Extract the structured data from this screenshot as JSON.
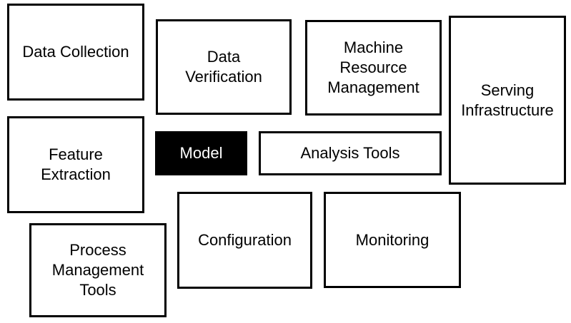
{
  "diagram": {
    "description": "Block diagram of machine learning system components: a small black Model box surrounded by larger supporting-infrastructure boxes",
    "colors": {
      "background": "#ffffff",
      "box_border": "#000000",
      "box_fill": "#ffffff",
      "model_fill": "#000000",
      "model_text": "#ffffff",
      "box_text": "#000000"
    },
    "boxes": {
      "data_collection": {
        "label": "Data Collection"
      },
      "data_verification": {
        "label": "Data\nVerification"
      },
      "machine_resource_mgmt": {
        "label": "Machine\nResource\nManagement"
      },
      "serving_infrastructure": {
        "label": "Serving\nInfrastructure"
      },
      "feature_extraction": {
        "label": "Feature\nExtraction"
      },
      "model": {
        "label": "Model"
      },
      "analysis_tools": {
        "label": "Analysis Tools"
      },
      "process_mgmt_tools": {
        "label": "Process\nManagement\nTools"
      },
      "configuration": {
        "label": "Configuration"
      },
      "monitoring": {
        "label": "Monitoring"
      }
    }
  }
}
